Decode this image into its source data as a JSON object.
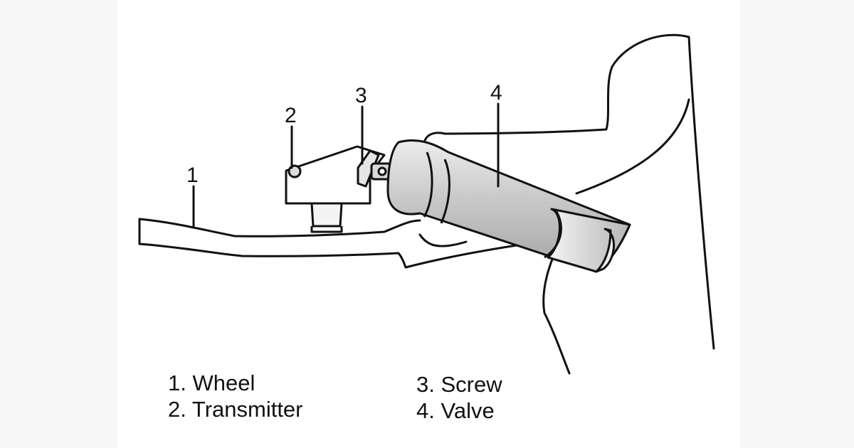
{
  "callouts": {
    "wheel": "1",
    "transmitter": "2",
    "screw": "3",
    "valve": "4"
  },
  "legend": {
    "left": [
      "1. Wheel",
      "2. Transmitter"
    ],
    "right": [
      "3. Screw",
      "4. Valve"
    ]
  },
  "colors": {
    "line": "#111111",
    "metal_light": "#f2f2f2",
    "metal_dark": "#a8a8a8",
    "page_margin": "#f7f7f7"
  }
}
